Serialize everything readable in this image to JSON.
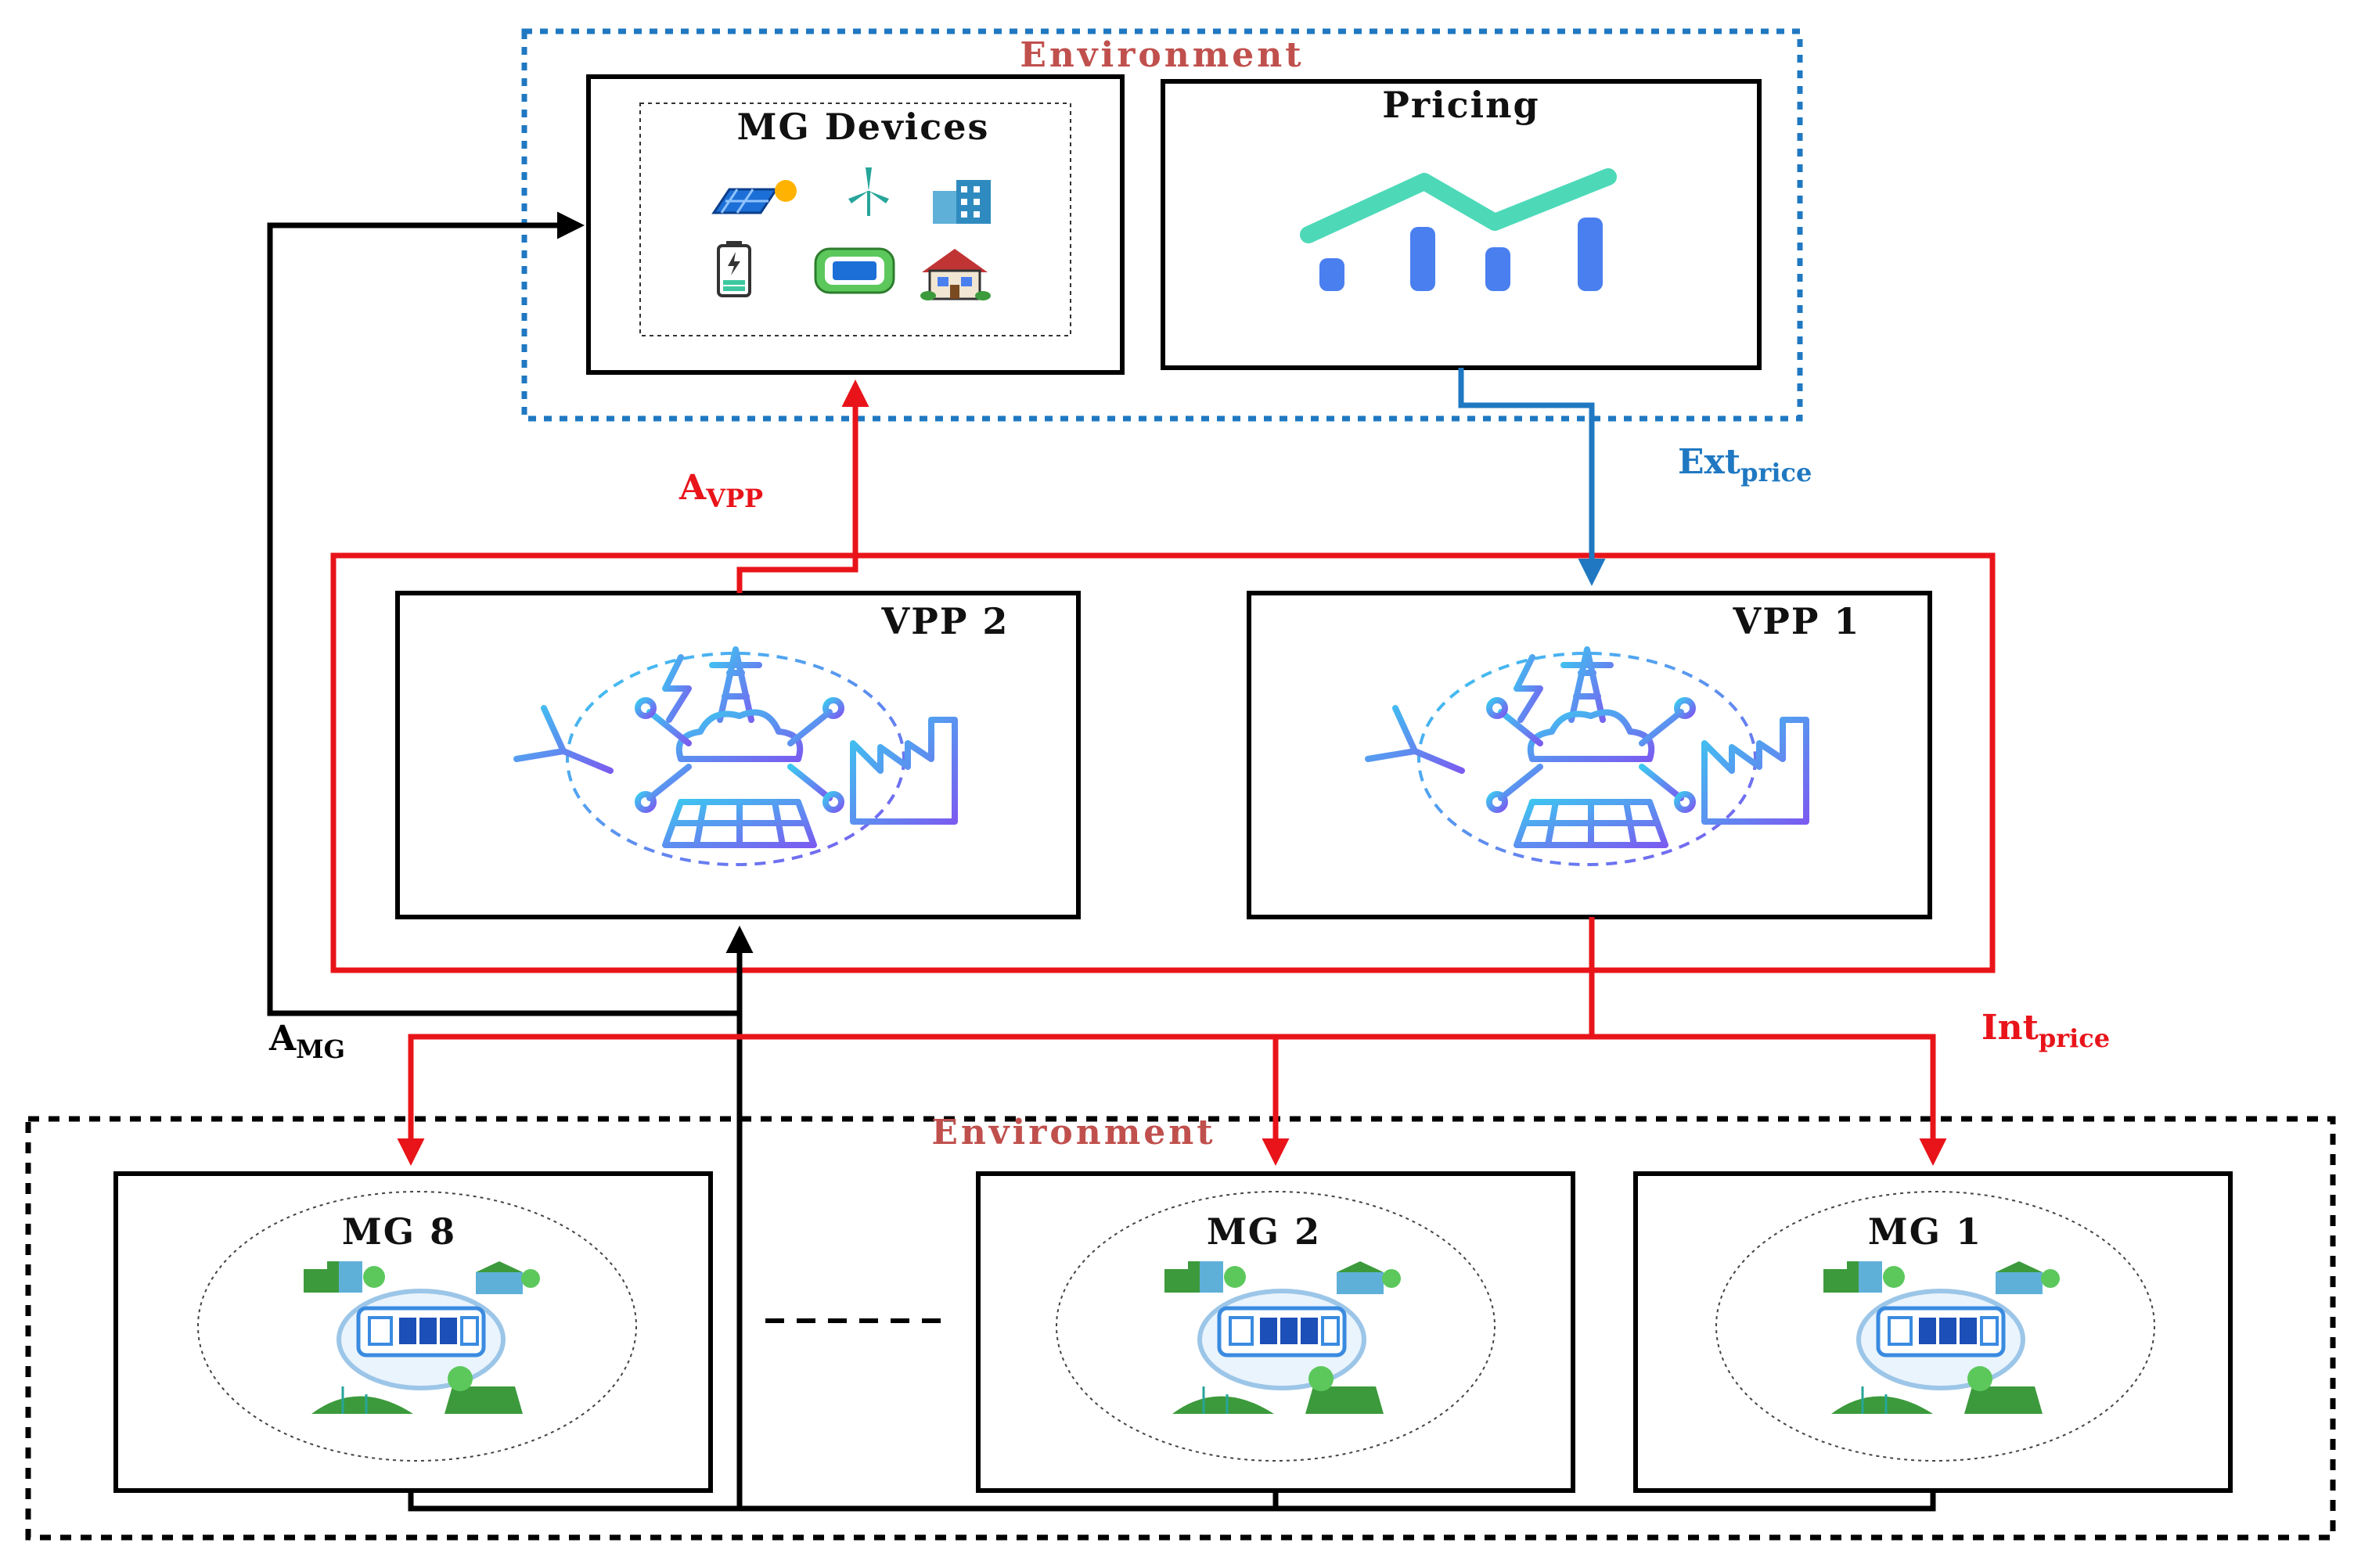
{
  "environment_top": {
    "label": "Environment"
  },
  "environment_bottom": {
    "label": "Environment"
  },
  "mg_devices": {
    "title": "MG Devices"
  },
  "pricing": {
    "title": "Pricing"
  },
  "vpp2": {
    "title": "VPP 2"
  },
  "vpp1": {
    "title": "VPP 1"
  },
  "mg8": {
    "title": "MG 8"
  },
  "mg2": {
    "title": "MG 2"
  },
  "mg1": {
    "title": "MG 1"
  },
  "labels": {
    "a_vpp": {
      "main": "A",
      "sub": "VPP"
    },
    "ext_price": {
      "main": "Ext",
      "sub": "price"
    },
    "a_mg": {
      "main": "A",
      "sub": "MG"
    },
    "int_price": {
      "main": "Int",
      "sub": "price"
    }
  },
  "colors": {
    "red": "#e8141a",
    "blue": "#1f78c1",
    "black": "#000000",
    "env_label": "#c0504d",
    "pricing_line": "#4dd9b8",
    "pricing_bars": "#4a7ff0"
  },
  "icons": {
    "mg_devices": [
      "solar-panel-icon",
      "wind-turbine-icon",
      "building-icon",
      "battery-icon",
      "generator-icon",
      "house-icon"
    ],
    "vpp": [
      "transmission-tower-icon",
      "wind-turbine-icon",
      "cloud-icon",
      "factory-icon",
      "solar-panel-icon"
    ],
    "mg": [
      "microgrid-icon"
    ]
  }
}
